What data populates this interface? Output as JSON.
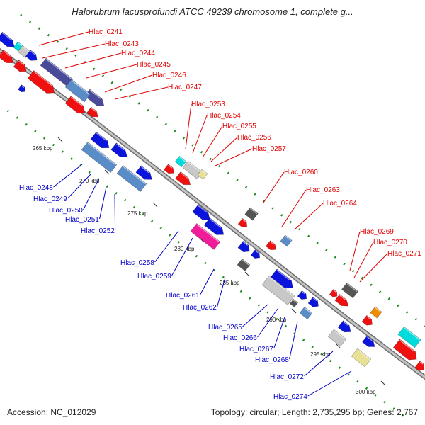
{
  "title": "Halorubrum lacusprofundi ATCC 49239 chromosome 1, complete g...",
  "accession": "Accession: NC_012029",
  "topology": "Topology: circular; Length: 2,735,295 bp; Genes: 2,767",
  "ticks": [
    "265 kbp",
    "270 kbp",
    "275 kbp",
    "280 kbp",
    "285 kbp",
    "290 kbp",
    "295 kbp",
    "300 kbp"
  ],
  "forward_labels": [
    "Hlac_0241",
    "Hlac_0243",
    "Hlac_0244",
    "Hlac_0245",
    "Hlac_0246",
    "Hlac_0247",
    "Hlac_0253",
    "Hlac_0254",
    "Hlac_0255",
    "Hlac_0256",
    "Hlac_0257",
    "Hlac_0260",
    "Hlac_0263",
    "Hlac_0264",
    "Hlac_0269",
    "Hlac_0270",
    "Hlac_0271"
  ],
  "reverse_labels": [
    "Hlac_0248",
    "Hlac_0249",
    "Hlac_0250",
    "Hlac_0251",
    "Hlac_0252",
    "Hlac_0258",
    "Hlac_0259",
    "Hlac_0261",
    "Hlac_0262",
    "Hlac_0265",
    "Hlac_0266",
    "Hlac_0267",
    "Hlac_0268",
    "Hlac_0272",
    "Hlac_0274"
  ],
  "colors": {
    "forward_label": "#e00000",
    "reverse_label": "#0000c8",
    "backbone": "#999999",
    "gc_dots": "#1e8c1e",
    "gene_blue": "#0a14dc",
    "gene_red": "#f01010",
    "gene_steel": "#5a8cc8",
    "gene_navy": "#4a4a9a",
    "gene_gray": "#c8c8c8",
    "gene_dark": "#555555",
    "gene_cyan": "#00dcdc",
    "gene_magenta": "#f01c9a",
    "gene_orange": "#f08c00",
    "gene_khaki": "#e8e096"
  }
}
